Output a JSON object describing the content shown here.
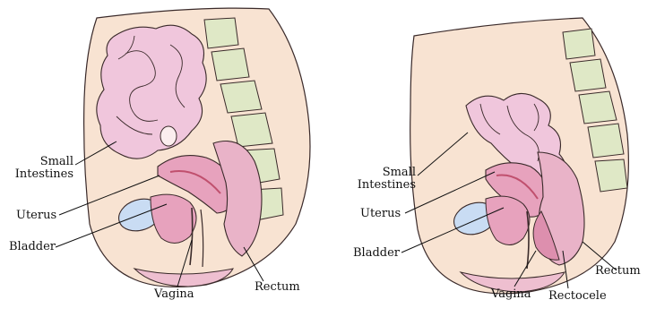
{
  "left_panel": {
    "labels": {
      "small_line1": "Small",
      "small_line2": "Intestines",
      "uterus": "Uterus",
      "bladder": "Bladder",
      "vagina": "Vagina",
      "rectum": "Rectum"
    }
  },
  "right_panel": {
    "labels": {
      "small_line1": "Small",
      "small_line2": "Intestines",
      "uterus": "Uterus",
      "bladder": "Bladder",
      "vagina": "Vagina",
      "rectocele": "Rectocele",
      "rectum": "Rectum"
    }
  },
  "colors": {
    "skin": "#f8e3d2",
    "intestine": "#f0c6dc",
    "organ_pink": "#e7a2bd",
    "bladder": "#c9dcf3",
    "spine": "#dfe8c6",
    "outline": "#3a2a2a"
  }
}
